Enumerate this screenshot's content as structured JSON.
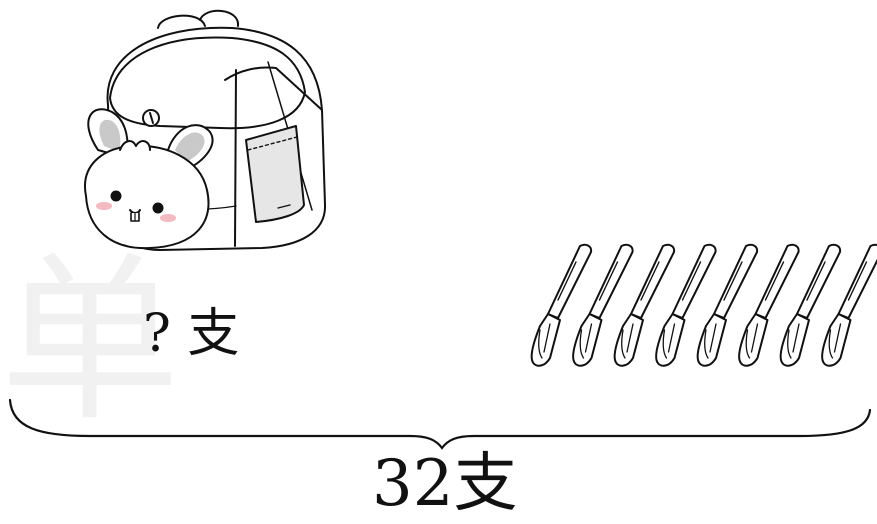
{
  "problem": {
    "unknown_label": "? 支",
    "total_label": "32支",
    "pen_count": 8
  },
  "watermark": {
    "text": "单"
  },
  "icons": {
    "bag": "backpack-with-bunny-icon",
    "pen": "pen-icon",
    "brace": "curly-brace"
  },
  "colors": {
    "ink": "#111111",
    "pocket": "#e6e6e6",
    "bunny_ear": "#c9c9c9",
    "blush": "#f2b9c2"
  }
}
